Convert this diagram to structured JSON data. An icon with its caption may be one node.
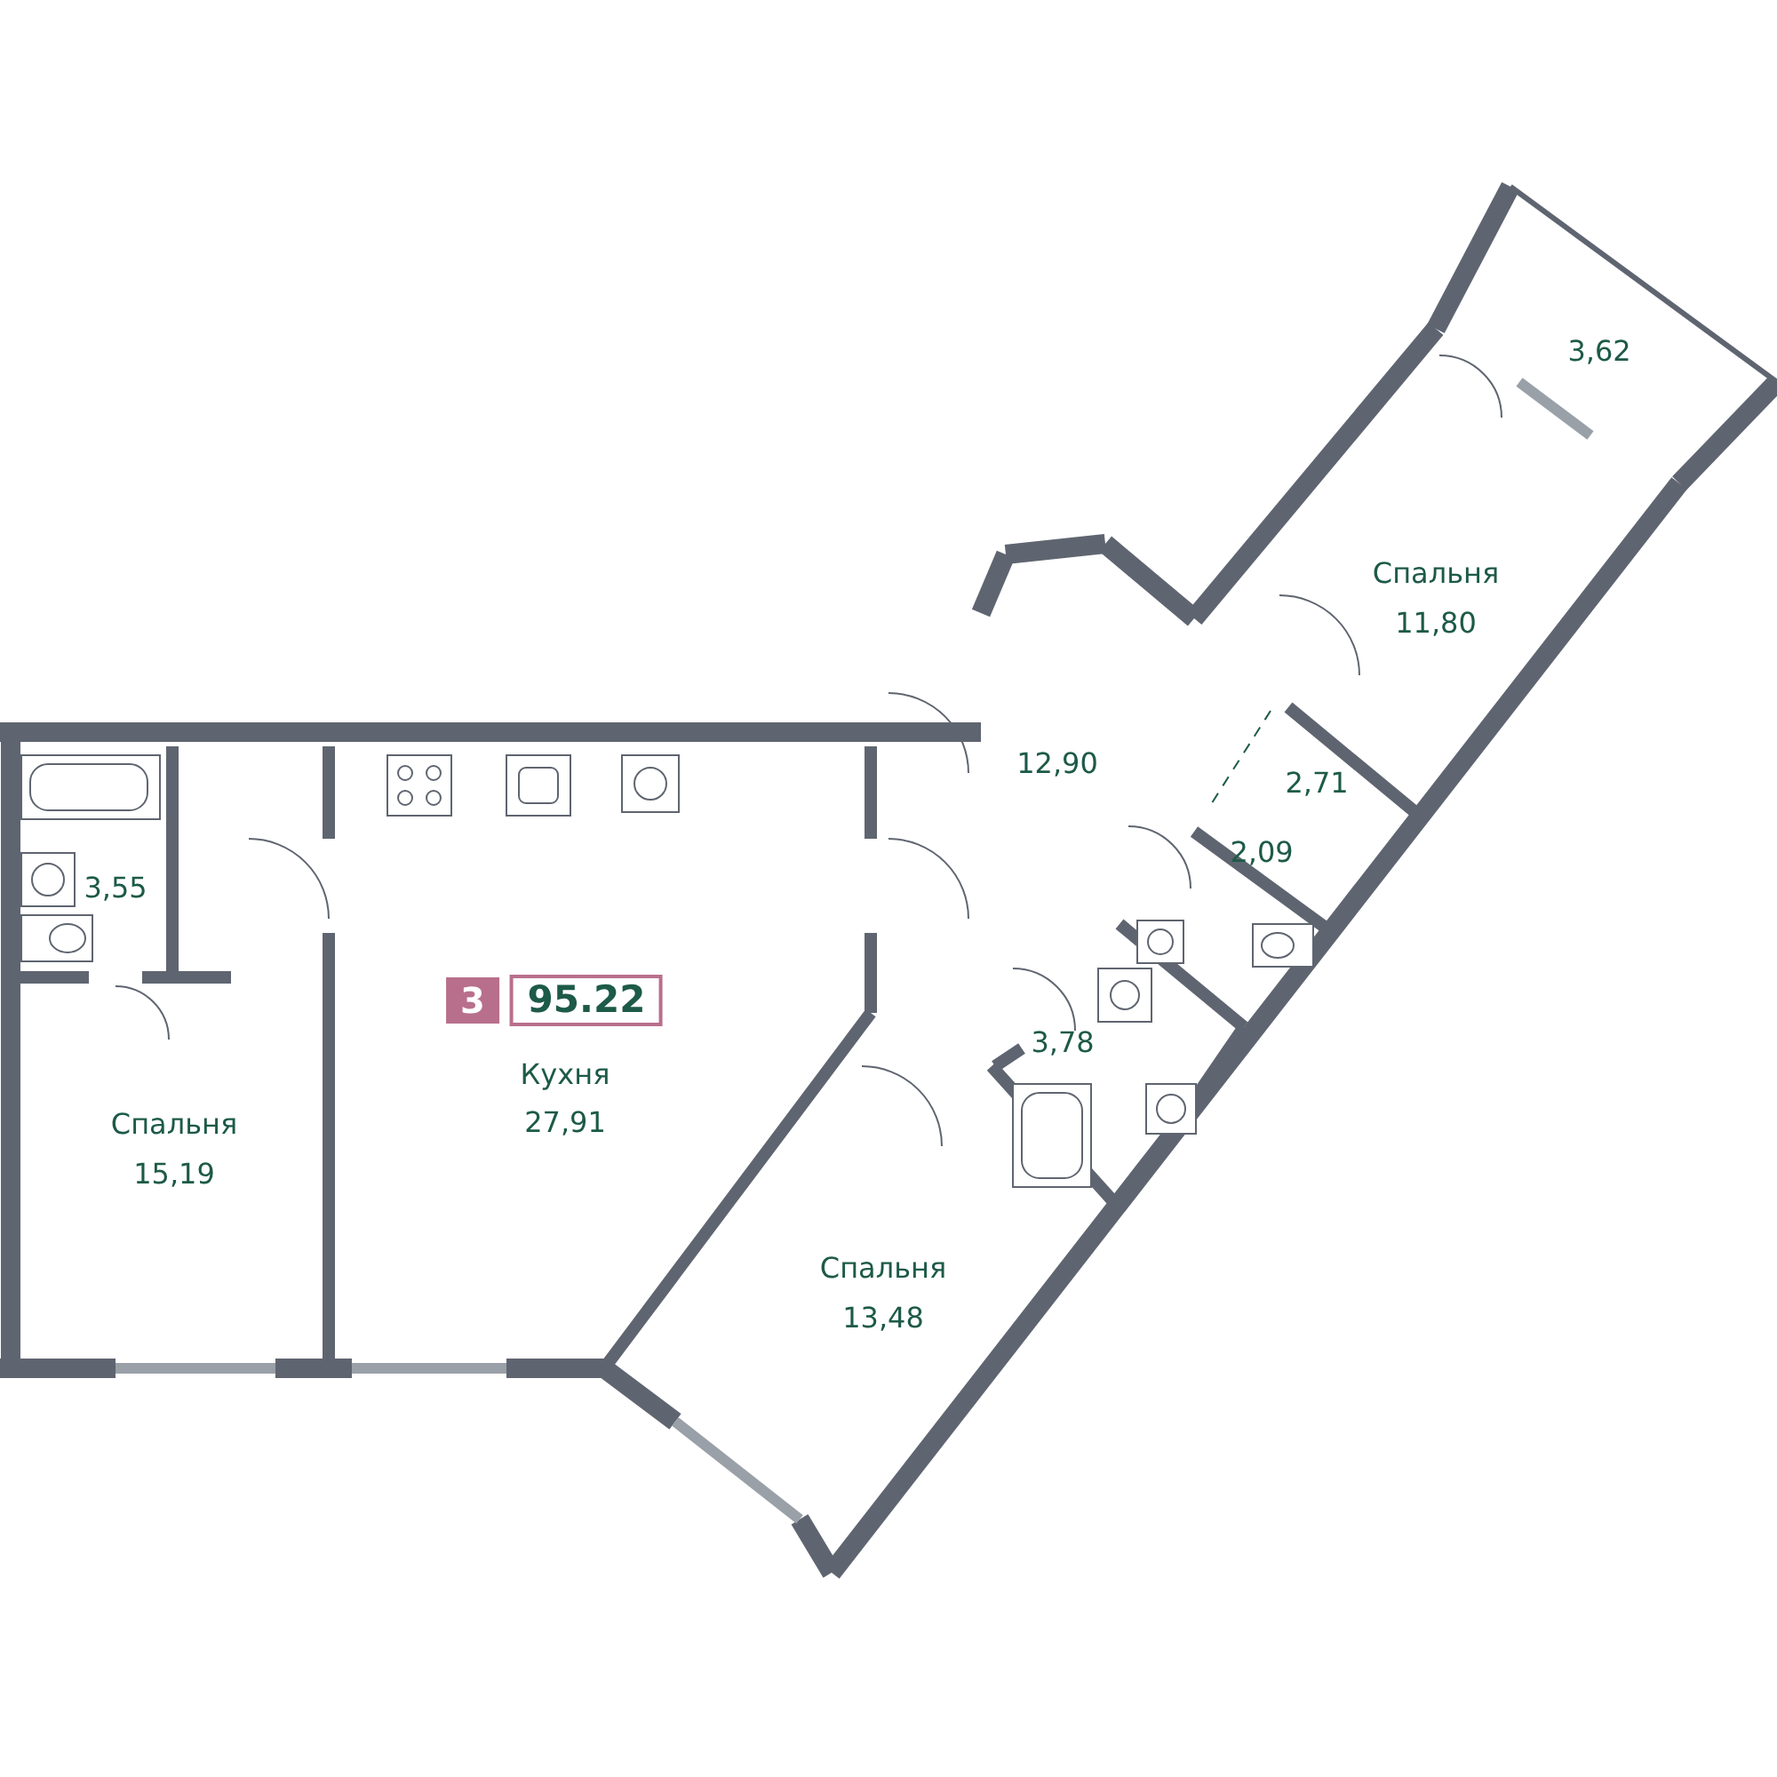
{
  "diagram": {
    "labels": [
      "3,62",
      "Спальня",
      "11,80",
      "12,90",
      "2,71",
      "2,09",
      "3,55",
      "3",
      "95.22",
      "3,78",
      "Кухня",
      "27,91",
      "Спальня",
      "15,19",
      "Спальня",
      "13,48"
    ]
  }
}
